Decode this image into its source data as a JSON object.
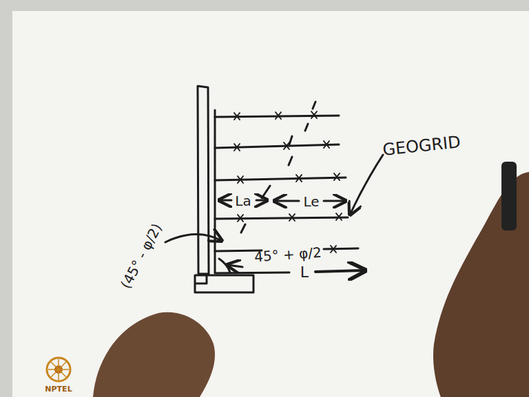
{
  "diagram": {
    "labels": [
      "GEOGRID",
      "La",
      "Le",
      "45° + φ/2",
      "(45° - φ/2)",
      "L",
      "NPTEL"
    ]
  }
}
